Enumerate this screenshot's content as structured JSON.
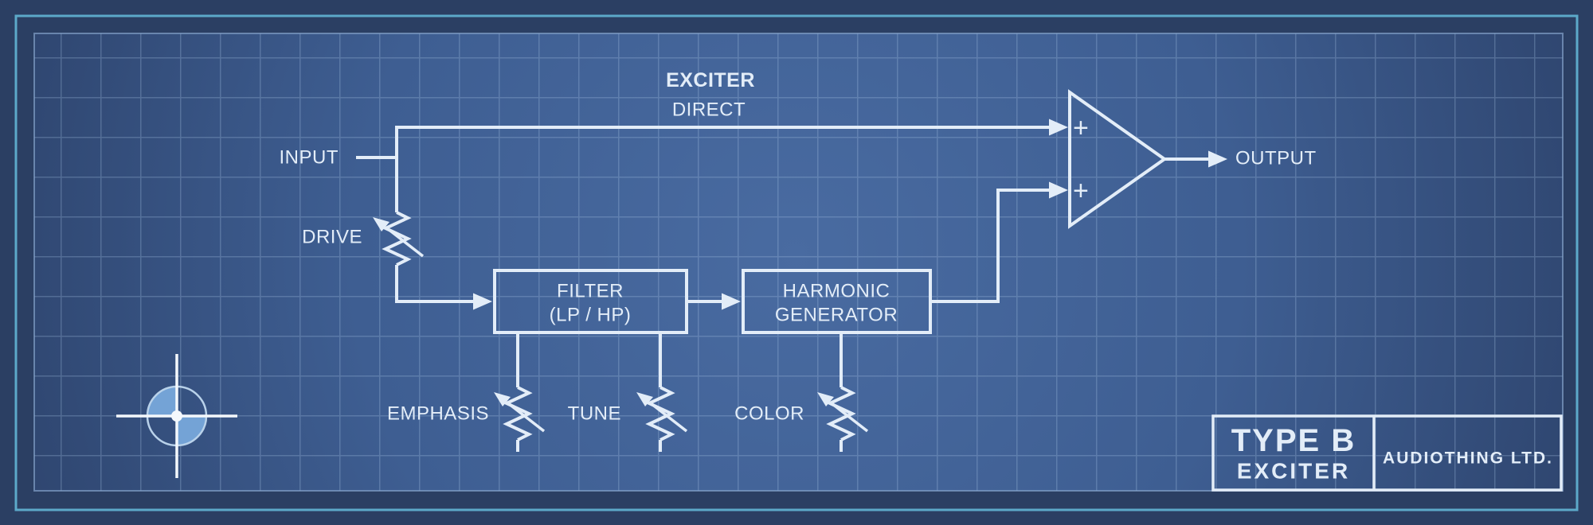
{
  "diagram": {
    "heading": "EXCITER",
    "direct_label": "DIRECT",
    "input_label": "INPUT",
    "drive_label": "DRIVE",
    "output_label": "OUTPUT",
    "filter_box": {
      "line1": "FILTER",
      "line2": "(LP / HP)"
    },
    "harmonic_box": {
      "line1": "HARMONIC",
      "line2": "GENERATOR"
    },
    "emphasis_label": "EMPHASIS",
    "tune_label": "TUNE",
    "color_label": "COLOR",
    "summing": {
      "input1": "+",
      "input2": "+"
    }
  },
  "title_block": {
    "model": "TYPE B",
    "product": "EXCITER",
    "company": "AUDIOTHING LTD."
  },
  "colors": {
    "ink": "#e3edf8",
    "frame": "#5ca9c9",
    "paper_outer": "#2b3f63",
    "paper_center": "#496ba1",
    "paper_edge": "#2f4670",
    "grid_line": "#7b9cc9",
    "grid_border": "#89a7cf",
    "mark_fill": "#74a3d6",
    "mark_ring": "#b9d2ea",
    "cross": "#f4f8fc"
  }
}
